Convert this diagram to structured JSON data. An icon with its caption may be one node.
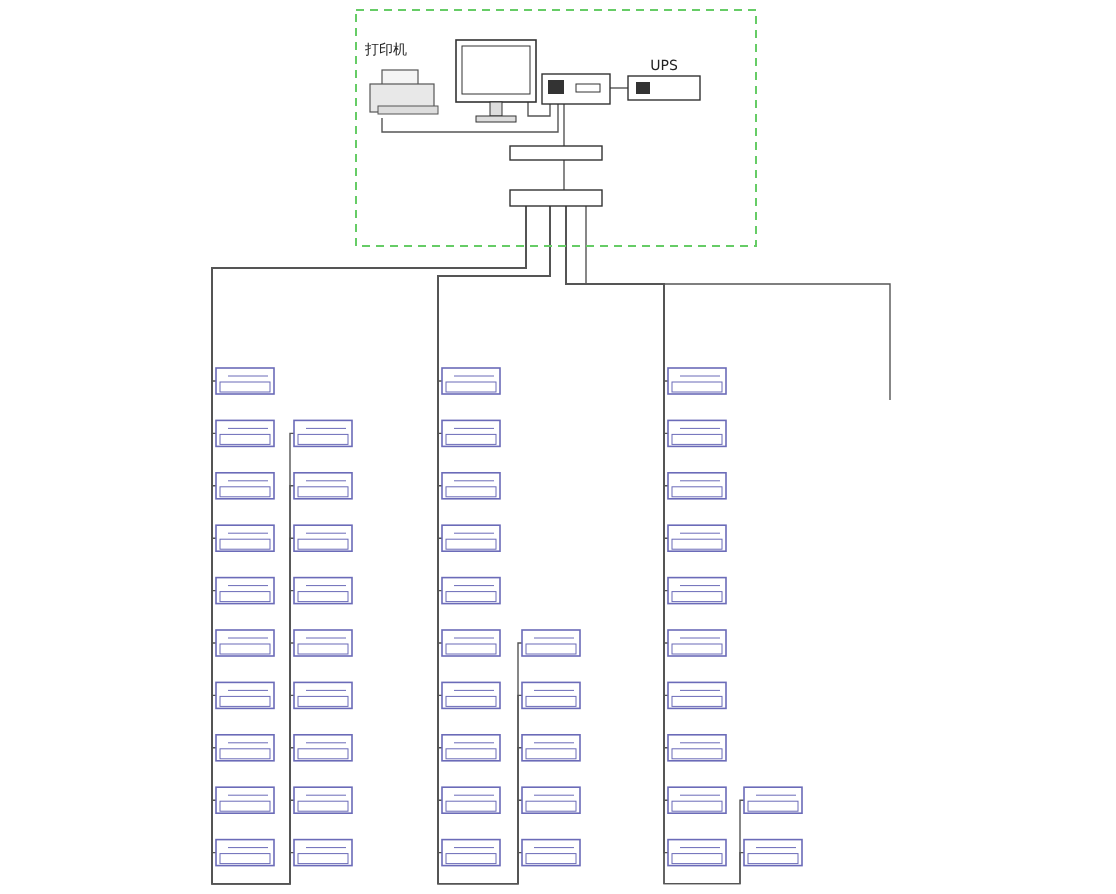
{
  "diagram": {
    "nodes": [
      {
        "text": [],
        "shape": "box"
      },
      {
        "text": [
          "打印机"
        ],
        "in": 0
      },
      {
        "text": [],
        "shape": "picture",
        "in": 0
      },
      {
        "text": [],
        "shape": "box",
        "in": 0
      },
      {
        "text": [
          "UPS"
        ],
        "in": 0
      },
      {
        "text": [],
        "shape": "box",
        "in": 0
      },
      {
        "text": [],
        "shape": "box",
        "in": 0
      },
      {
        "text": [],
        "shape": "box"
      },
      {
        "text": [],
        "shape": "box"
      },
      {
        "text": [],
        "shape": "box"
      },
      {
        "text": [],
        "shape": "box"
      },
      {
        "text": [],
        "shape": "box"
      },
      {
        "text": [],
        "shape": "box"
      },
      {
        "text": [],
        "shape": "box"
      },
      {
        "text": [],
        "shape": "box"
      },
      {
        "text": [],
        "shape": "box"
      },
      {
        "text": [],
        "shape": "box"
      },
      {
        "text": [],
        "shape": "box"
      },
      {
        "text": [],
        "shape": "box"
      },
      {
        "text": [],
        "shape": "box"
      },
      {
        "text": [],
        "shape": "box"
      },
      {
        "text": [],
        "shape": "box"
      },
      {
        "text": [],
        "shape": "box"
      },
      {
        "text": [],
        "shape": "box"
      },
      {
        "text": [],
        "shape": "box"
      },
      {
        "text": [],
        "shape": "box"
      },
      {
        "text": [],
        "shape": "box"
      },
      {
        "text": [],
        "shape": "box"
      },
      {
        "text": [],
        "shape": "box"
      },
      {
        "text": [],
        "shape": "box"
      },
      {
        "text": [],
        "shape": "box"
      },
      {
        "text": [],
        "shape": "box"
      },
      {
        "text": [],
        "shape": "box"
      },
      {
        "text": [],
        "shape": "box"
      },
      {
        "text": [],
        "shape": "box"
      },
      {
        "text": [],
        "shape": "box"
      },
      {
        "text": [],
        "shape": "box"
      },
      {
        "text": [],
        "shape": "box"
      },
      {
        "text": [],
        "shape": "box"
      },
      {
        "text": [],
        "shape": "box"
      },
      {
        "text": [],
        "shape": "box"
      },
      {
        "text": [],
        "shape": "box"
      },
      {
        "text": [],
        "shape": "box"
      },
      {
        "text": [],
        "shape": "box"
      },
      {
        "text": [],
        "shape": "box"
      },
      {
        "text": [],
        "shape": "box"
      },
      {
        "text": [],
        "shape": "box"
      },
      {
        "text": [],
        "shape": "box"
      },
      {
        "text": [],
        "shape": "box"
      },
      {
        "text": [],
        "shape": "box"
      },
      {
        "text": [],
        "shape": "box"
      },
      {
        "text": [],
        "shape": "box"
      },
      {
        "text": [],
        "shape": "box"
      }
    ],
    "edges": [
      {
        "from": 1,
        "to": 3,
        "arrow": "none"
      },
      {
        "from": 2,
        "to": 3,
        "arrow": "none"
      },
      {
        "from": 3,
        "to": 4,
        "arrow": "none"
      },
      {
        "from": 3,
        "to": 5,
        "arrow": "none"
      },
      {
        "from": 5,
        "to": 6,
        "arrow": "none"
      },
      {
        "from": 6,
        "to": 7,
        "arrow": "none"
      },
      {
        "from": 6,
        "to": 8,
        "arrow": "none"
      },
      {
        "from": 6,
        "to": 9,
        "arrow": "none"
      },
      {
        "from": 6,
        "to": 10,
        "arrow": "none"
      },
      {
        "from": 6,
        "to": 11,
        "arrow": "none"
      },
      {
        "from": 6,
        "to": 12,
        "arrow": "none"
      },
      {
        "from": 6,
        "to": 13,
        "arrow": "none"
      },
      {
        "from": 6,
        "to": 14,
        "arrow": "none"
      },
      {
        "from": 6,
        "to": 15,
        "arrow": "none"
      },
      {
        "from": 6,
        "to": 16,
        "arrow": "none"
      },
      {
        "from": 6,
        "to": 17,
        "arrow": "none"
      },
      {
        "from": 6,
        "to": 18,
        "arrow": "none"
      },
      {
        "from": 6,
        "to": 19,
        "arrow": "none"
      },
      {
        "from": 6,
        "to": 20,
        "arrow": "none"
      },
      {
        "from": 6,
        "to": 21,
        "arrow": "none"
      },
      {
        "from": 6,
        "to": 22,
        "arrow": "none"
      },
      {
        "from": 6,
        "to": 23,
        "arrow": "none"
      },
      {
        "from": 6,
        "to": 24,
        "arrow": "none"
      },
      {
        "from": 6,
        "to": 25,
        "arrow": "none"
      },
      {
        "from": 6,
        "to": 26,
        "arrow": "none"
      },
      {
        "from": 6,
        "to": 27,
        "arrow": "none"
      },
      {
        "from": 6,
        "to": 28,
        "arrow": "none"
      },
      {
        "from": 6,
        "to": 29,
        "arrow": "none"
      },
      {
        "from": 6,
        "to": 30,
        "arrow": "none"
      },
      {
        "from": 6,
        "to": 31,
        "arrow": "none"
      },
      {
        "from": 6,
        "to": 32,
        "arrow": "none"
      },
      {
        "from": 6,
        "to": 33,
        "arrow": "none"
      },
      {
        "from": 6,
        "to": 34,
        "arrow": "none"
      },
      {
        "from": 6,
        "to": 35,
        "arrow": "none"
      },
      {
        "from": 6,
        "to": 36,
        "arrow": "none"
      },
      {
        "from": 6,
        "to": 37,
        "arrow": "none"
      },
      {
        "from": 6,
        "to": 38,
        "arrow": "none"
      },
      {
        "from": 6,
        "to": 39,
        "arrow": "none"
      },
      {
        "from": 6,
        "to": 40,
        "arrow": "none"
      },
      {
        "from": 6,
        "to": 41,
        "arrow": "none"
      },
      {
        "from": 6,
        "to": 42,
        "arrow": "none"
      },
      {
        "from": 6,
        "to": 43,
        "arrow": "none"
      },
      {
        "from": 6,
        "to": 44,
        "arrow": "none"
      },
      {
        "from": 6,
        "to": 45,
        "arrow": "none"
      },
      {
        "from": 6,
        "to": 46,
        "arrow": "none"
      },
      {
        "from": 6,
        "to": 47,
        "arrow": "none"
      },
      {
        "from": 6,
        "to": 48,
        "arrow": "none"
      },
      {
        "from": 6,
        "to": 49,
        "arrow": "none"
      },
      {
        "from": 6,
        "to": 50,
        "arrow": "none"
      },
      {
        "from": 6,
        "to": 51,
        "arrow": "none"
      },
      {
        "from": 6,
        "to": 52,
        "arrow": "none"
      },
      {
        "from": 6,
        "to": null,
        "arrow": "none"
      }
    ]
  }
}
